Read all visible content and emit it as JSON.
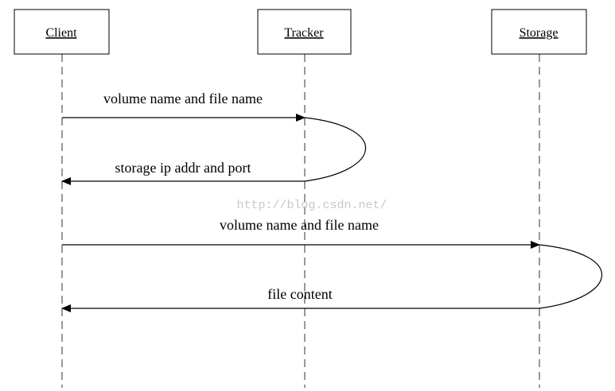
{
  "actors": [
    {
      "id": "client",
      "label": "Client"
    },
    {
      "id": "tracker",
      "label": "Tracker"
    },
    {
      "id": "storage",
      "label": "Storage"
    }
  ],
  "messages": [
    {
      "label": "volume name and file name",
      "from": "client",
      "to": "tracker"
    },
    {
      "label": "storage ip addr and port",
      "from": "tracker",
      "to": "client"
    },
    {
      "label": "volume name and file name",
      "from": "client",
      "to": "storage"
    },
    {
      "label": "file content",
      "from": "storage",
      "to": "client"
    }
  ],
  "watermark": "http://blog.csdn.net/"
}
